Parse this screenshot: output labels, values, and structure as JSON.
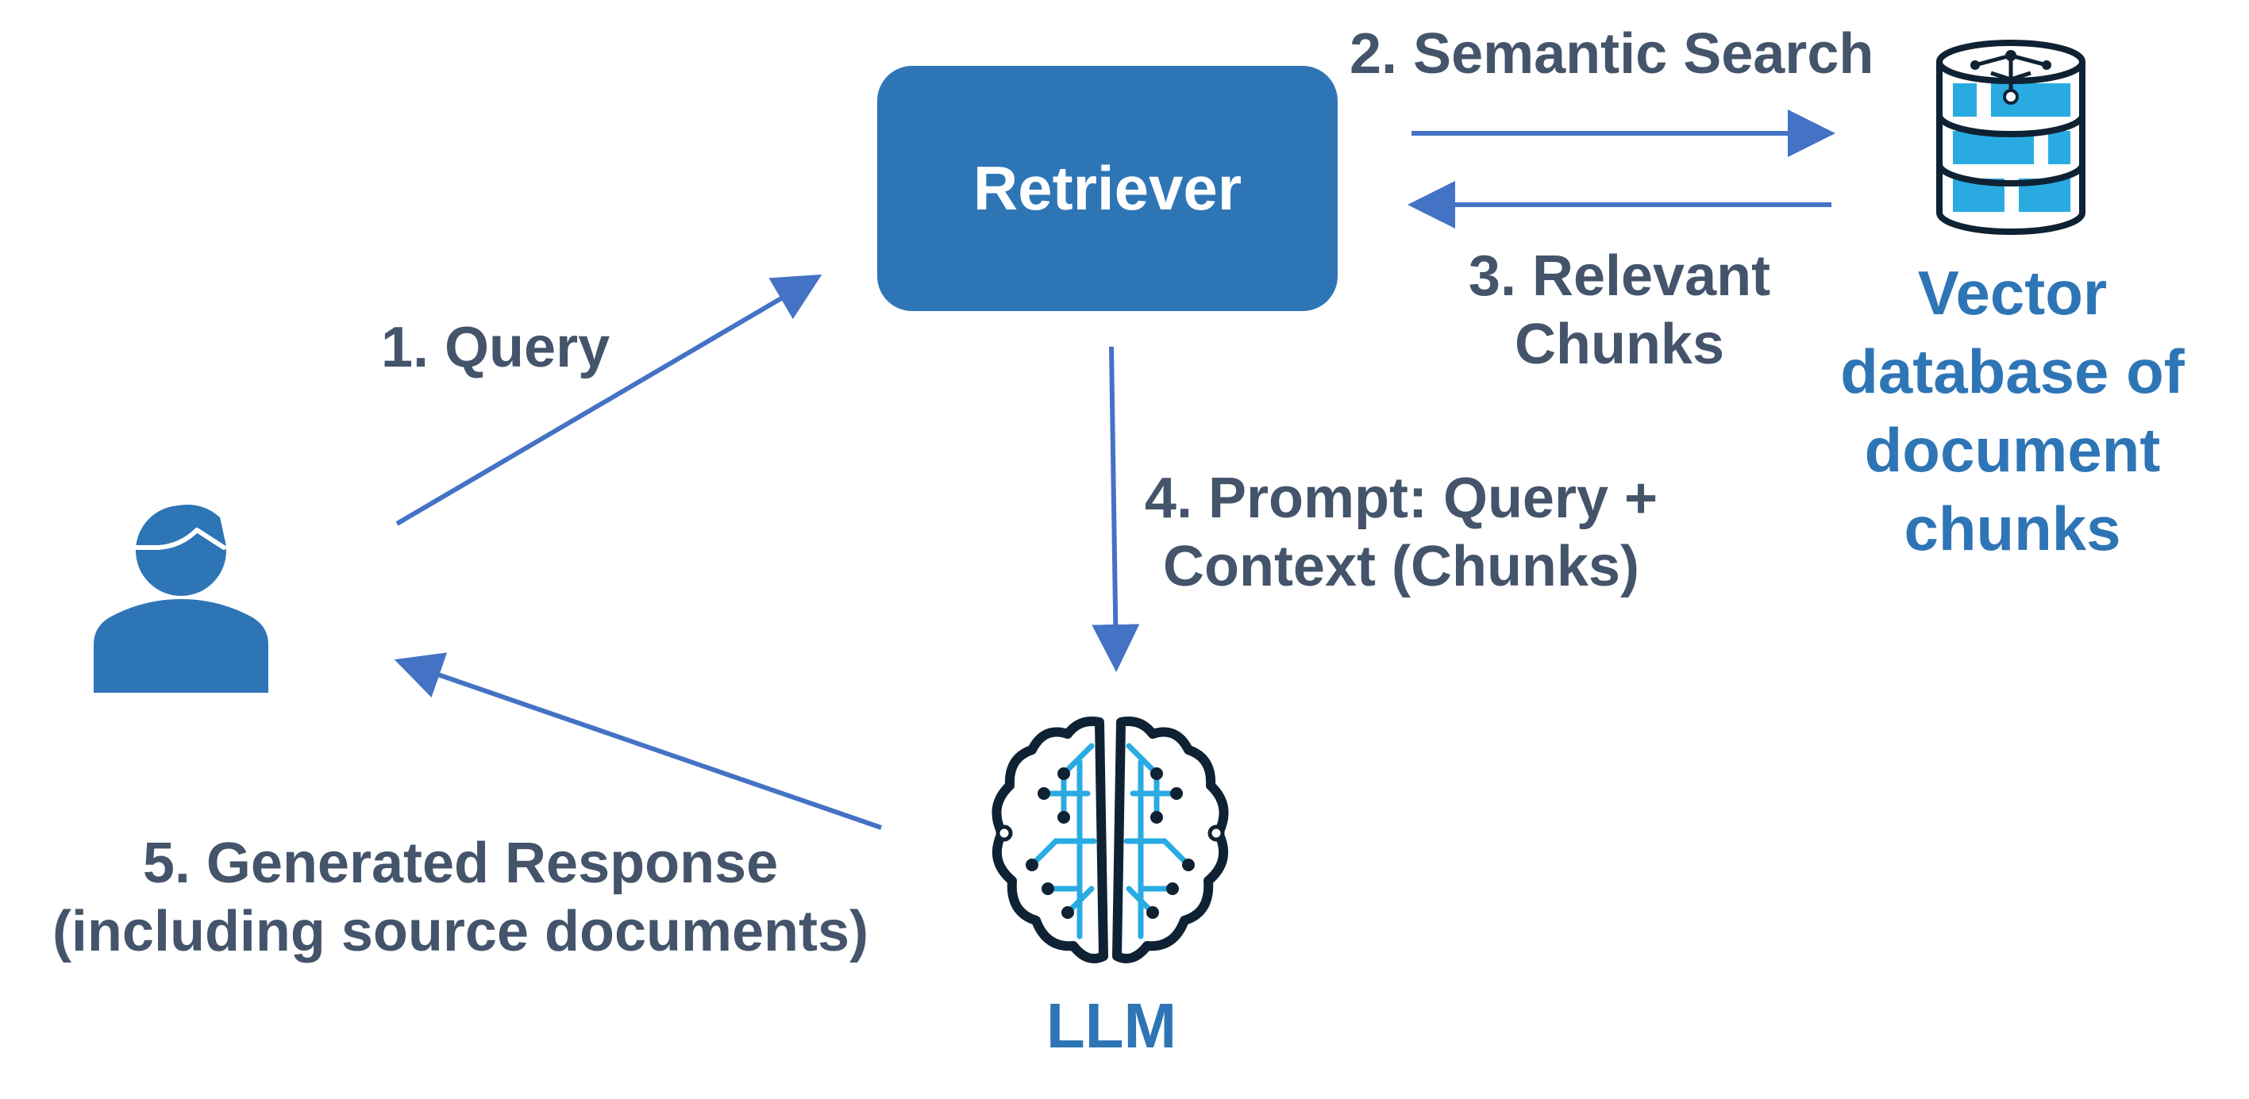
{
  "nodes": {
    "retriever": "Retriever",
    "vector_db": [
      "Vector",
      "database of",
      "document",
      "chunks"
    ],
    "llm": "LLM"
  },
  "steps": {
    "query": "1. Query",
    "semantic_search": "2. Semantic Search",
    "relevant_chunks": [
      "3. Relevant",
      "Chunks"
    ],
    "prompt": [
      "4. Prompt: Query +",
      "Context (Chunks)"
    ],
    "response": [
      "5. Generated Response",
      "(including source documents)"
    ]
  },
  "colors": {
    "accent": "#2e75b6",
    "arrow": "#4472c4",
    "label": "#44546a",
    "icon_dark": "#0f2233",
    "icon_light": "#29abe2"
  },
  "icons": [
    "user-icon",
    "database-icon",
    "brain-icon"
  ]
}
